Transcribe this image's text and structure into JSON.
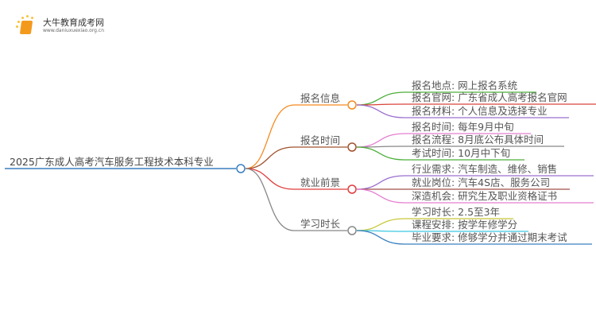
{
  "logo": {
    "title": "大牛教育成考网",
    "url": "www.daniuxuexiao.org.cn"
  },
  "root": {
    "label": "2025广东成人高考汽车服务工程技术本科专业",
    "color": "#3a7fc1"
  },
  "branches": [
    {
      "label": "报名信息",
      "color": "#f58a1f",
      "leaves": [
        {
          "text": "报名地点: 网上报名系统",
          "color": "#4caf3a"
        },
        {
          "text": "报名官网: 广东省成人高考报名官网",
          "color": "#d9443a"
        },
        {
          "text": "报名材料: 个人信息及选择专业",
          "color": "#9b6fd0"
        }
      ]
    },
    {
      "label": "报名时间",
      "color": "#a0522d",
      "leaves": [
        {
          "text": "报名时间: 每年9月中旬",
          "color": "#e57fd0"
        },
        {
          "text": "报名流程: 8月底公布具体时间",
          "color": "#888888"
        },
        {
          "text": "考试时间: 10月中下旬",
          "color": "#4caf3a"
        }
      ]
    },
    {
      "label": "就业前景",
      "color": "#e03c3c",
      "leaves": [
        {
          "text": "行业需求: 汽车制造、维修、销售",
          "color": "#9b6fd0"
        },
        {
          "text": "就业岗位: 汽车4S店、服务公司",
          "color": "#a0524a"
        },
        {
          "text": "深造机会: 研究生及职业资格证书",
          "color": "#e57fd0"
        }
      ]
    },
    {
      "label": "学习时长",
      "color": "#888888",
      "leaves": [
        {
          "text": "学习时长: 2.5至3年",
          "color": "#c8c83a"
        },
        {
          "text": "课程安排: 按学年修学分",
          "color": "#3cc8e0"
        },
        {
          "text": "毕业要求: 修够学分并通过期末考试",
          "color": "#3a7fc1"
        }
      ]
    }
  ]
}
